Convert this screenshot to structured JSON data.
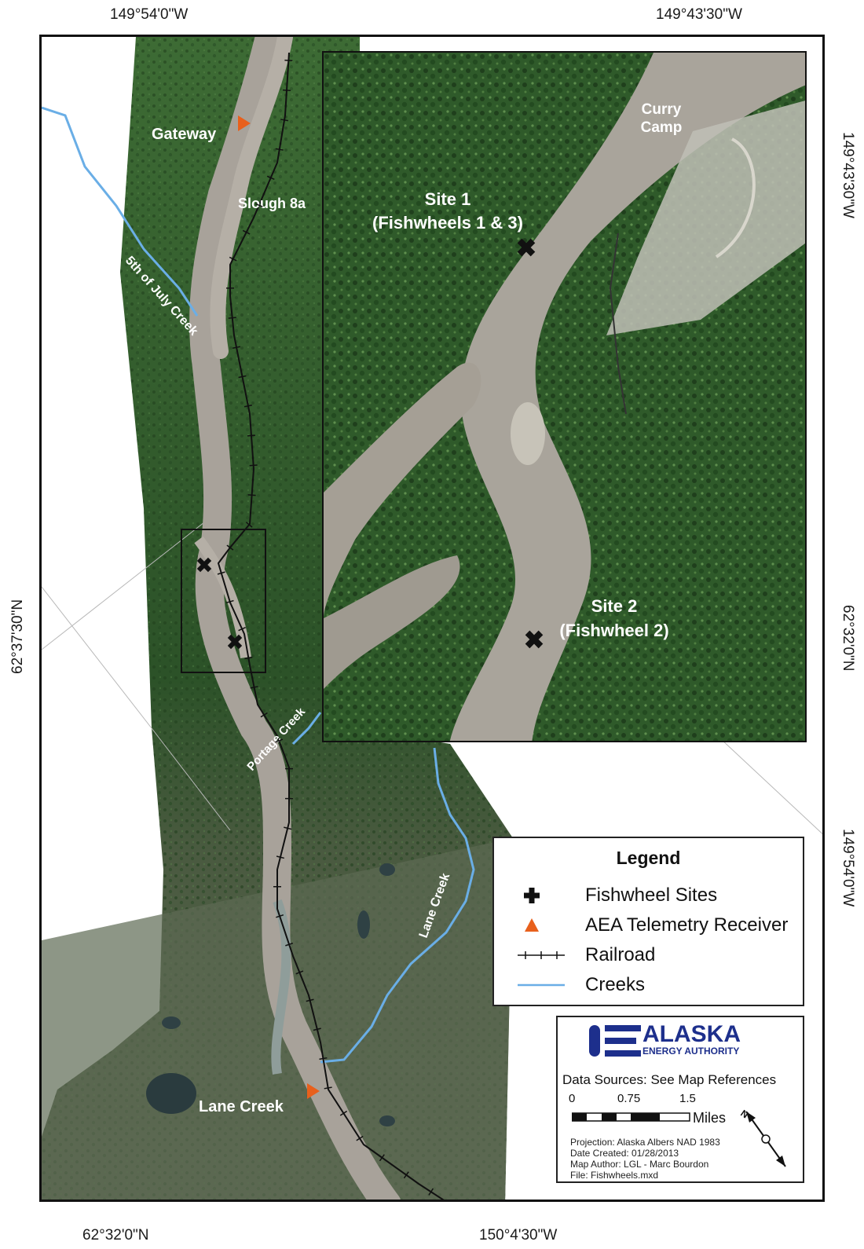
{
  "coordinates": {
    "top_left": "149°54'0\"W",
    "top_right": "149°43'30\"W",
    "bottom_left": "62°32'0\"N",
    "bottom_right": "150°4'30\"W",
    "left_side": "62°37'30\"N",
    "right_top": "149°43'30\"W",
    "right_middle": "62°32'0\"N",
    "right_bottom": "149°54'0\"W"
  },
  "map_labels": {
    "gateway": "Gateway",
    "slough": "Slough 8a",
    "fifth_july": "5th of July Creek",
    "portage": "Portage Creek",
    "lane_creek_stream": "Lane Creek",
    "lane_creek_site": "Lane Creek"
  },
  "inset": {
    "curry_1": "Curry",
    "curry_2": "Camp",
    "site1_title": "Site 1",
    "site1_sub": "(Fishwheels 1 & 3)",
    "site2_title": "Site 2",
    "site2_sub": "(Fishwheel 2)"
  },
  "legend": {
    "title": "Legend",
    "items": [
      {
        "label": "Fishwheel Sites",
        "symbol": "black-cross"
      },
      {
        "label": "AEA Telemetry Receiver",
        "symbol": "orange-triangle"
      },
      {
        "label": "Railroad",
        "symbol": "railroad-line"
      },
      {
        "label": "Creeks",
        "symbol": "blue-line"
      }
    ]
  },
  "info": {
    "logo_line1": "ALASKA",
    "logo_line2": "ENERGY AUTHORITY",
    "data_sources": "Data Sources: See Map References",
    "scale_0": "0",
    "scale_1": "0.75",
    "scale_2": "1.5",
    "scale_unit": "Miles",
    "projection": "Projection: Alaska Albers NAD 1983",
    "date_created": "Date Created: 01/28/2013",
    "author": "Map Author: LGL - Marc Bourdon",
    "file": "File: Fishwheels.mxd"
  },
  "colors": {
    "creek": "#6aaee6",
    "receiver": "#e8601c",
    "forest": "#2f5a2a",
    "river": "#a8a29a",
    "logo_blue": "#1d2f8c"
  }
}
